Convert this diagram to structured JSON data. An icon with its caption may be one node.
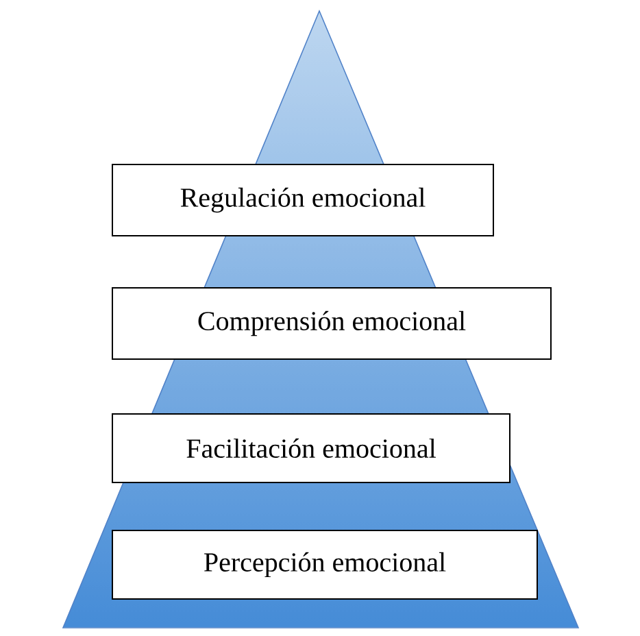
{
  "diagram": {
    "nodes": [
      {
        "text": [
          "Regulación emocional"
        ]
      },
      {
        "text": [
          "Comprensión emocional"
        ]
      },
      {
        "text": [
          "Facilitación emocional"
        ]
      },
      {
        "text": [
          "Percepción emocional"
        ]
      }
    ]
  }
}
